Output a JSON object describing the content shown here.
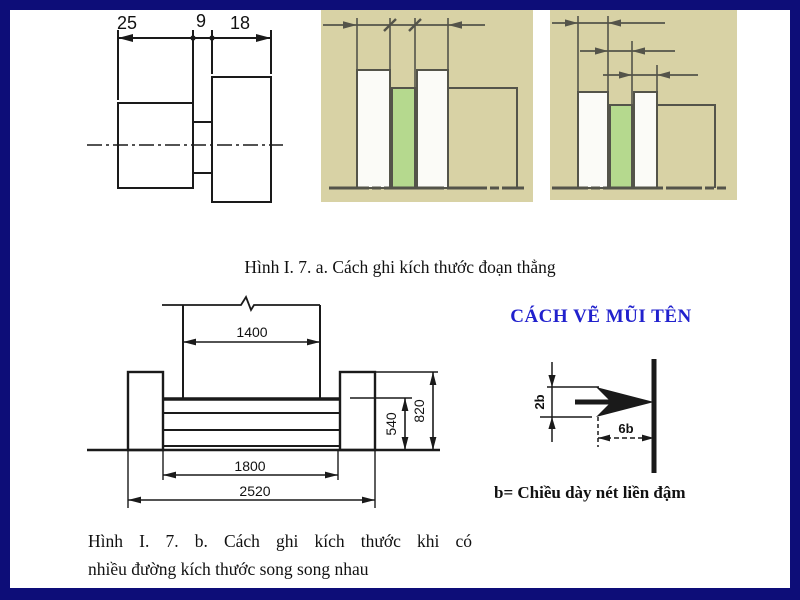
{
  "slide": {
    "background": "#ffffff",
    "border_color": "#0d0d78"
  },
  "colors": {
    "tan_panel": "#d8d2a5",
    "highlight_green": "#b5d98e",
    "panel_line": "#54544a",
    "drawing_line": "#1a1a1a",
    "heading_blue": "#2121cd"
  },
  "figure_a": {
    "caption": "Hình I. 7. a. Cách ghi kích thước đoạn thẳng",
    "shaft_drawing": {
      "dim_left": "25",
      "dim_middle": "9",
      "dim_right": "18"
    }
  },
  "arrow_guide": {
    "title": "CÁCH VẼ MŨI TÊN",
    "arrow_width_label": "2b",
    "arrow_length_label": "6b",
    "note": "b= Chiều dày nét liền đậm"
  },
  "figure_b": {
    "caption_line1": "Hình I. 7. b. Cách ghi kích thước khi có",
    "caption_line2": "nhiều đường kích thước song song nhau",
    "bench_drawing": {
      "dim_top_width": "1400",
      "dim_inner_width": "1800",
      "dim_outer_width": "2520",
      "dim_inner_height": "540",
      "dim_outer_height": "820"
    }
  }
}
